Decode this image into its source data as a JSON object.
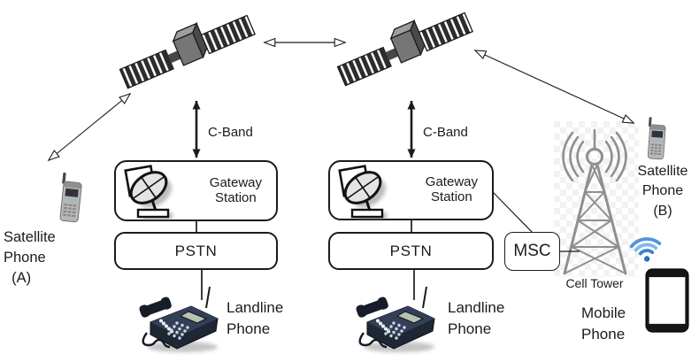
{
  "nodes": {
    "gateway_left": "Gateway\nStation",
    "gateway_right": "Gateway\nStation",
    "pstn_left": "PSTN",
    "pstn_right": "PSTN",
    "msc": "MSC"
  },
  "links": {
    "c_band_left": "C-Band",
    "c_band_right": "C-Band"
  },
  "devices": {
    "satellite_phone_a": "Satellite\nPhone\n  (A)",
    "satellite_phone_b": "Satellite\nPhone\n(B)",
    "landline_left": "Landline\nPhone",
    "landline_right": "Landline\nPhone",
    "cell_tower": "Cell Tower",
    "mobile_phone": "Mobile\nPhone"
  },
  "icons": {
    "satellite_left": "satellite-icon",
    "satellite_right": "satellite-icon",
    "gateway_dish_left": "satellite-dish-icon",
    "gateway_dish_right": "satellite-dish-icon",
    "landline_phone_left": "desk-phone-icon",
    "landline_phone_right": "desk-phone-icon",
    "satellite_handset_a": "satellite-handset-icon",
    "satellite_handset_b": "satellite-handset-icon",
    "cell_tower": "cell-tower-icon",
    "wifi": "wifi-icon",
    "mobile_phone": "smartphone-icon"
  },
  "colors": {
    "ink": "#1b1b1b",
    "tower_gray": "#8f8f8f",
    "wifi_blue": "#4a90d9",
    "panel_dark": "#2d2d2d"
  }
}
